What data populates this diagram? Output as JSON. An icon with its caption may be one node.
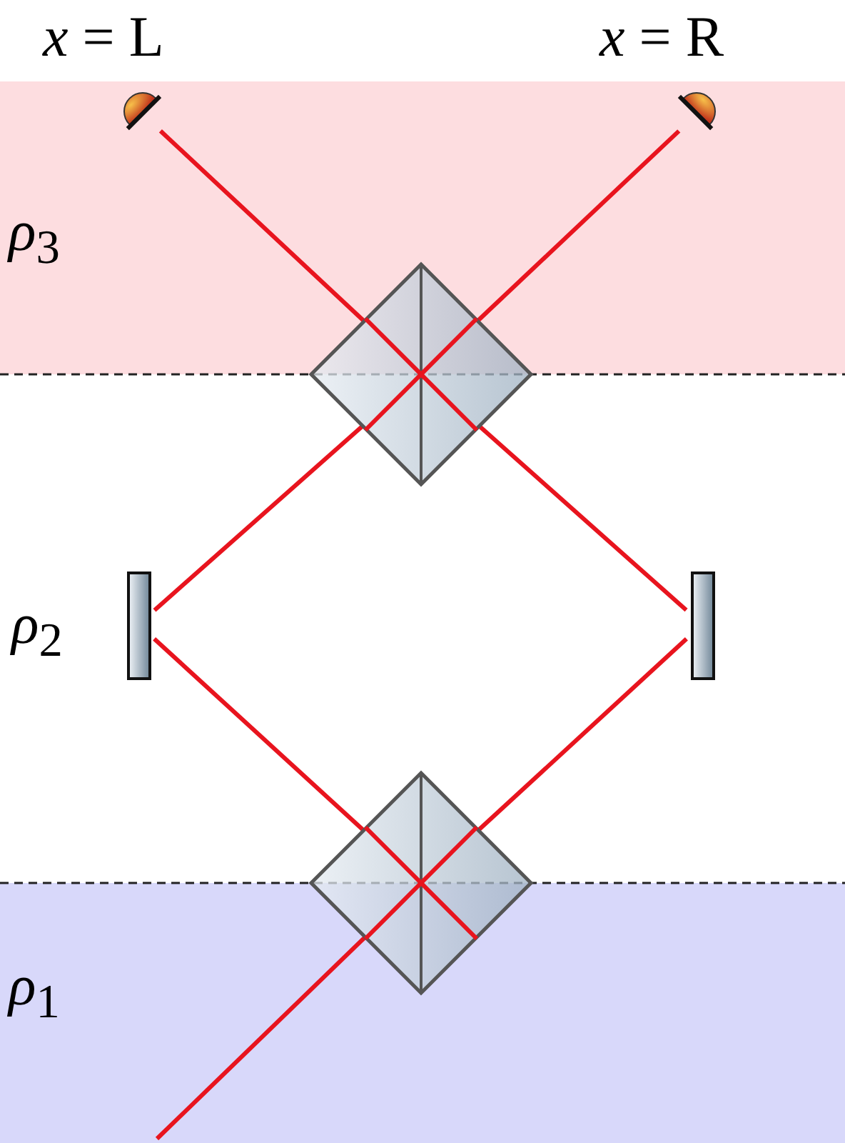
{
  "diagram": {
    "nodes": [
      {
        "text": [],
        "shape": "detector"
      },
      {
        "text": [],
        "shape": "detector"
      },
      {
        "text": [],
        "shape": "diamond"
      },
      {
        "text": [],
        "shape": "bar"
      },
      {
        "text": [],
        "shape": "bar"
      },
      {
        "text": [],
        "shape": "diamond"
      }
    ],
    "edges": [
      {
        "from": null,
        "to": 5,
        "arrow": "none"
      },
      {
        "from": 5,
        "to": 3,
        "arrow": "none"
      },
      {
        "from": 5,
        "to": 4,
        "arrow": "none"
      },
      {
        "from": 3,
        "to": 2,
        "arrow": "none"
      },
      {
        "from": 4,
        "to": 2,
        "arrow": "none"
      },
      {
        "from": 2,
        "to": 0,
        "arrow": "none"
      },
      {
        "from": 2,
        "to": 1,
        "arrow": "none"
      }
    ],
    "labels": [
      "*x* = L",
      "*x* = R",
      "*ρ*$_{3}$",
      "*ρ*$_{2}$",
      "*ρ*$_{1}$"
    ]
  }
}
